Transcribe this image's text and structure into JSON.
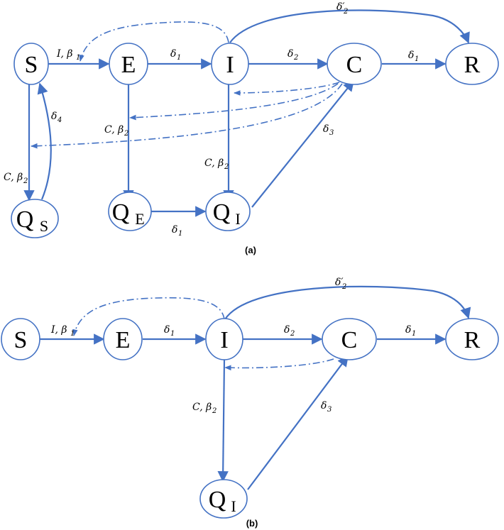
{
  "diagram_a": {
    "caption": "(a)",
    "nodes": {
      "S": "S",
      "E": "E",
      "I": "I",
      "C": "C",
      "R": "R",
      "QS": {
        "main": "Q",
        "sub": "S"
      },
      "QE": {
        "main": "Q",
        "sub": "E"
      },
      "QI": {
        "main": "Q",
        "sub": "I"
      }
    },
    "edge_labels": {
      "S_E": {
        "text": "I, β",
        "sub": "1"
      },
      "E_I": {
        "text": "δ",
        "sub": "1"
      },
      "I_C": {
        "text": "δ",
        "sub": "2"
      },
      "C_R": {
        "text": "δ",
        "sub": "1"
      },
      "I_R": {
        "text": "δ′",
        "sub": "2"
      },
      "S_QS": {
        "text": "C, β",
        "sub": "2"
      },
      "QS_S": {
        "text": "δ",
        "sub": "4"
      },
      "E_QE": {
        "text": "C, β",
        "sub": "2"
      },
      "I_QI": {
        "text": "C, β",
        "sub": "2"
      },
      "QE_QI": {
        "text": "δ",
        "sub": "1"
      },
      "QI_C": {
        "text": "δ",
        "sub": "3"
      }
    }
  },
  "diagram_b": {
    "caption": "(b)",
    "nodes": {
      "S": "S",
      "E": "E",
      "I": "I",
      "C": "C",
      "R": "R",
      "QI": {
        "main": "Q",
        "sub": "I"
      }
    },
    "edge_labels": {
      "S_E": {
        "text": "I, β",
        "sub": "1"
      },
      "E_I": {
        "text": "δ",
        "sub": "1"
      },
      "I_C": {
        "text": "δ",
        "sub": "2"
      },
      "C_R": {
        "text": "δ",
        "sub": "1"
      },
      "I_R": {
        "text": "δ′",
        "sub": "2"
      },
      "I_QI": {
        "text": "C, β",
        "sub": "2"
      },
      "QI_C": {
        "text": "δ",
        "sub": "3"
      }
    }
  }
}
